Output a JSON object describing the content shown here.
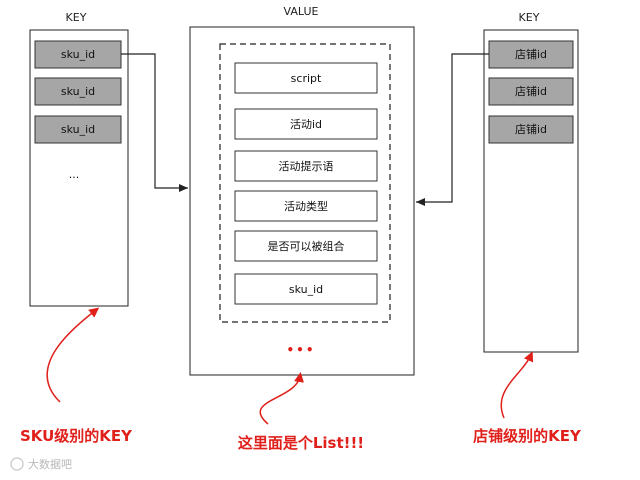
{
  "left": {
    "header": "KEY",
    "cells": [
      "sku_id",
      "sku_id",
      "sku_id"
    ],
    "ellipsis": "...",
    "caption": "SKU级别的KEY"
  },
  "middle": {
    "header": "VALUE",
    "fields": [
      "script",
      "活动id",
      "活动提示语",
      "活动类型",
      "是否可以被组合",
      "sku_id"
    ],
    "ellipsis": "•••",
    "caption": "这里面是个List!!!"
  },
  "right": {
    "header": "KEY",
    "cells": [
      "店铺id",
      "店铺id",
      "店铺id"
    ],
    "caption": "店铺级别的KEY"
  },
  "watermark": "大数据吧",
  "colors": {
    "key_fill": "#a6a6a6",
    "annotation": "#e0201b",
    "line": "#222222"
  }
}
